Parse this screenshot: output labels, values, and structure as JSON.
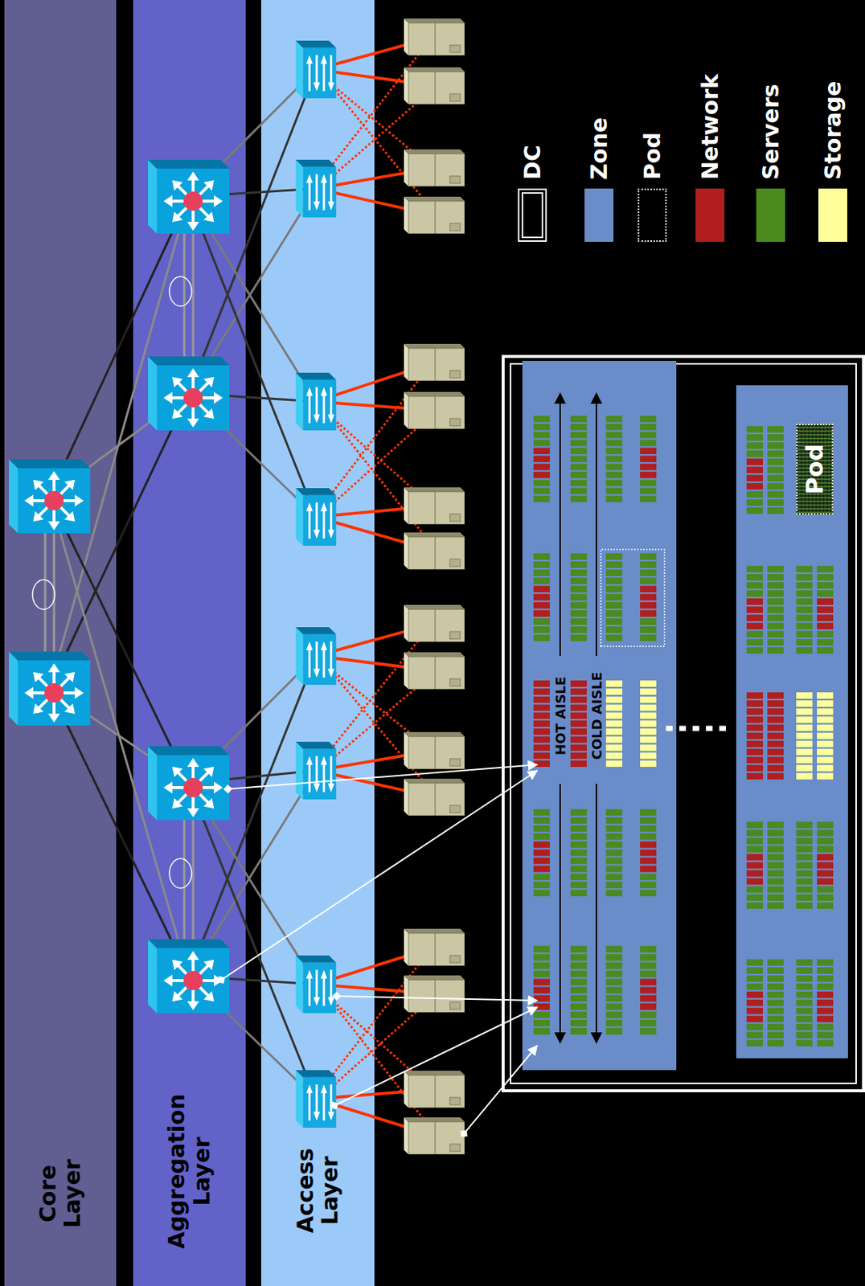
{
  "diagram": {
    "nodes": [
      {
        "text": [
          "Core Layer"
        ]
      },
      {
        "text": [
          "Aggregation Layer"
        ]
      },
      {
        "text": [
          "Access Layer"
        ]
      },
      {
        "text": [
          "Pod"
        ]
      }
    ],
    "labels": [
      "HOT AISLE",
      "COLD AISLE"
    ],
    "legend": [
      {
        "text": "DC"
      },
      {
        "text": "Zone",
        "color": "#6a8cc8"
      },
      {
        "text": "Pod"
      },
      {
        "text": "Network",
        "color": "#b01e1e"
      },
      {
        "text": "Servers",
        "color": "#4a8a1e"
      },
      {
        "text": "Storage",
        "color": "#ffff99"
      }
    ]
  }
}
